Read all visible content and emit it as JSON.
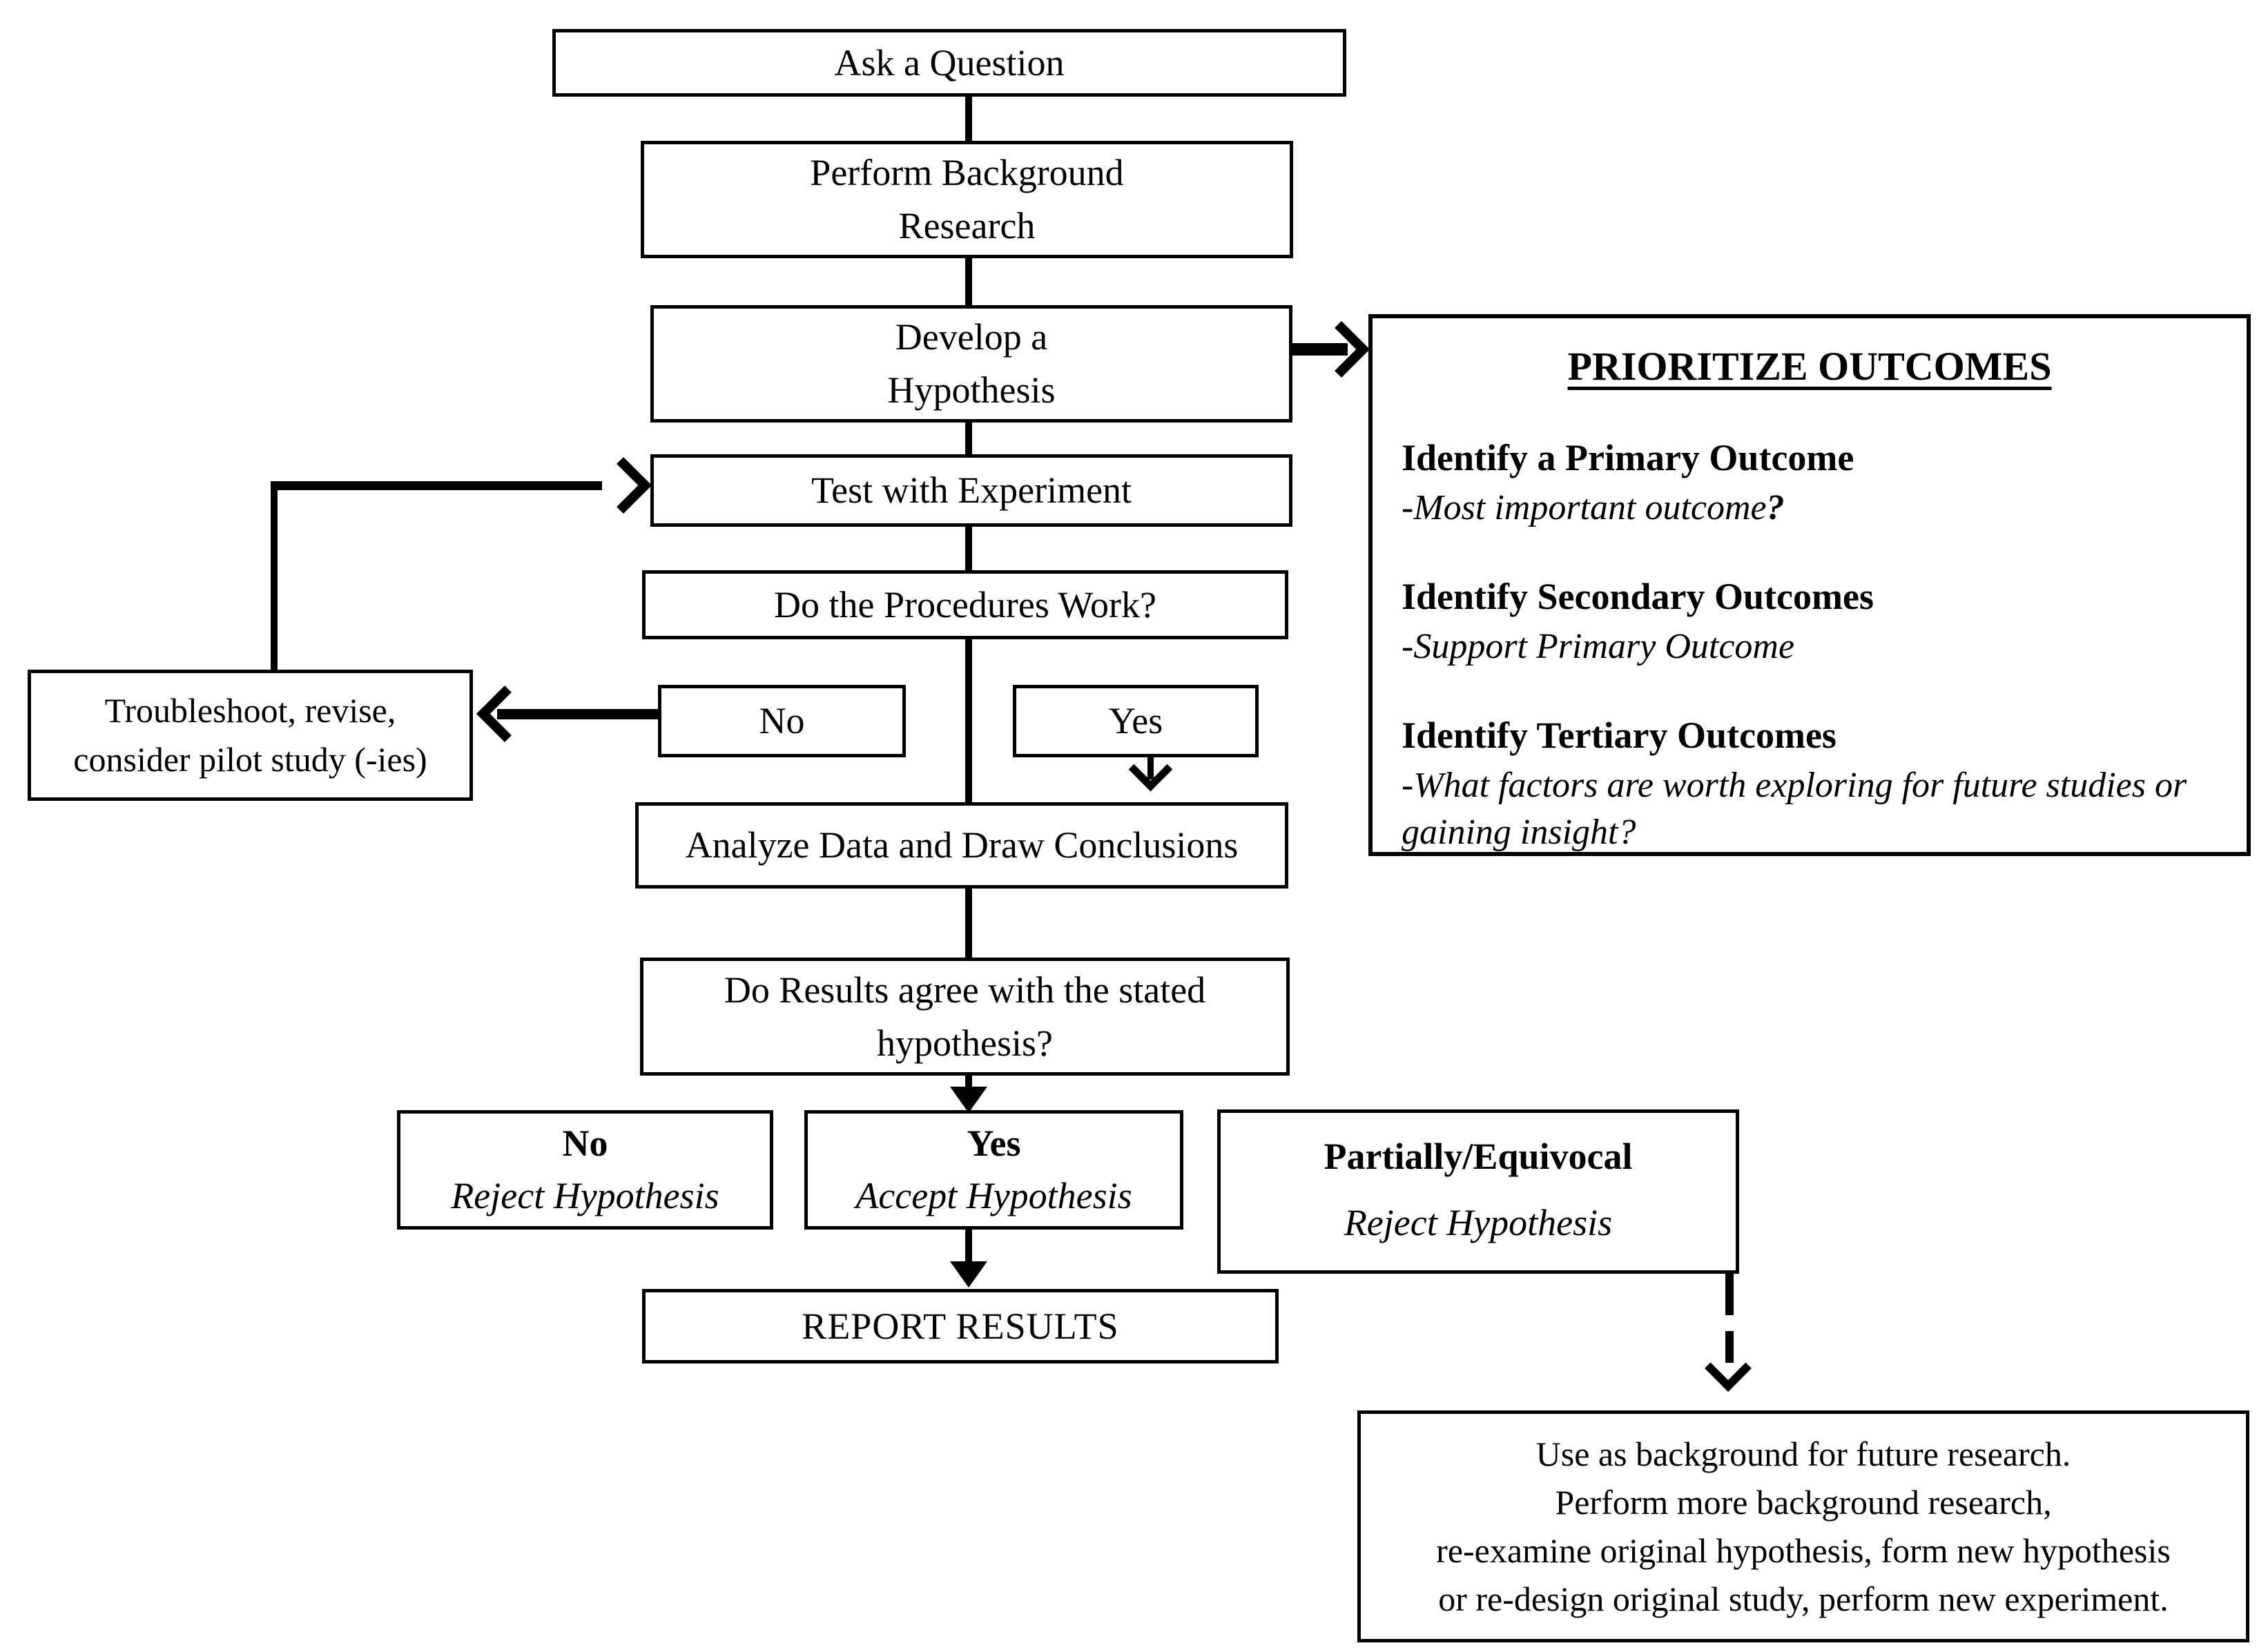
{
  "flowchart": {
    "ask_question": "Ask a Question",
    "background_research": "Perform Background\nResearch",
    "develop_hypothesis": "Develop a\nHypothesis",
    "test_experiment": "Test with Experiment",
    "procedures_question": "Do the Procedures Work?",
    "procedures_no": "No",
    "procedures_yes": "Yes",
    "troubleshoot": "Troubleshoot, revise,\nconsider pilot study (-ies)",
    "analyze": "Analyze Data and Draw Conclusions",
    "results_question": "Do Results agree with the stated\nhypothesis?",
    "outcome_no": {
      "label": "No",
      "sub": "Reject Hypothesis"
    },
    "outcome_yes": {
      "label": "Yes",
      "sub": "Accept Hypothesis"
    },
    "outcome_partial": {
      "label": "Partially/Equivocal",
      "sub": "Reject Hypothesis"
    },
    "report_results": "REPORT RESULTS",
    "future_research": "Use as background for future research.\nPerform more background research,\nre-examine original hypothesis, form new hypothesis\nor re-design original study, perform new experiment."
  },
  "prioritize_panel": {
    "title": "PRIORITIZE OUTCOMES",
    "sections": [
      {
        "heading": "Identify a Primary Outcome",
        "note": "-Most important outcome",
        "note_suffix": "?"
      },
      {
        "heading": "Identify Secondary Outcomes",
        "note": "-Support Primary Outcome",
        "note_suffix": ""
      },
      {
        "heading": "Identify Tertiary Outcomes",
        "note": "-What factors are worth exploring for future studies or\ngaining insight?",
        "note_suffix": ""
      }
    ]
  },
  "colors": {
    "line": "#000000",
    "background": "#ffffff",
    "box_fill": "#ffffff"
  }
}
